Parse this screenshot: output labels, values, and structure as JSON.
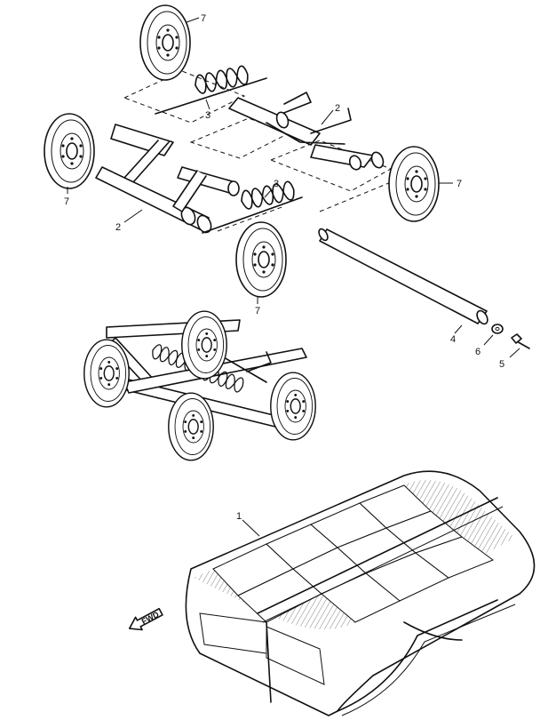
{
  "callouts": {
    "c1": "1",
    "c2a": "2",
    "c2b": "2",
    "c3a": "3",
    "c3b": "3",
    "c4": "4",
    "c5": "5",
    "c6": "6",
    "c7a": "7",
    "c7b": "7",
    "c7c": "7",
    "c7d": "7"
  },
  "fwd_marker": {
    "label": "FWD"
  },
  "colors": {
    "ink": "#111111",
    "paper": "#ffffff"
  }
}
